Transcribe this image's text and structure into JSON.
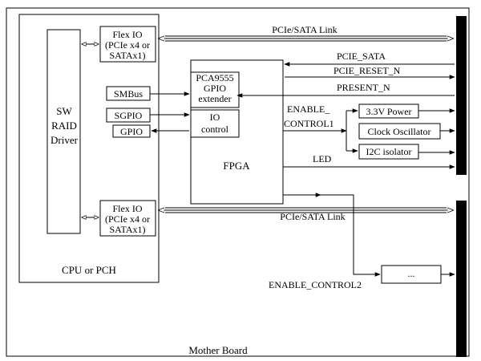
{
  "labels": {
    "motherboard": "Mother Board",
    "cpu_pch": "CPU or PCH",
    "sw_raid_1": "SW",
    "sw_raid_2": "RAID",
    "sw_raid_3": "Driver",
    "flex_io_top_1": "Flex IO",
    "flex_io_top_2": "(PCIe x4 or",
    "flex_io_top_3": "SATAx1)",
    "flex_io_bottom_1": "Flex IO",
    "flex_io_bottom_2": "(PCIe x4 or",
    "flex_io_bottom_3": "SATAx1)",
    "smbus": "SMBus",
    "sgpio": "SGPIO",
    "gpio": "GPIO",
    "pca_1": "PCA9555",
    "pca_2": "GPIO",
    "pca_3": "extender",
    "io_1": "IO",
    "io_2": "control",
    "fpga": "FPGA",
    "power": "3.3V Power",
    "clock": "Clock Oscillator",
    "i2c": "I2C isolator",
    "dots": "...",
    "link_top": "PCIe/SATA Link",
    "link_bottom": "PCIe/SATA Link",
    "pcie_sata": "PCIE_SATA",
    "pcie_reset": "PCIE_RESET_N",
    "present": "PRESENT_N",
    "enable_ctrl1_a": "ENABLE_",
    "enable_ctrl1_b": "CONTROL1",
    "led": "LED",
    "enable_ctrl2": "ENABLE_CONTROL2"
  }
}
